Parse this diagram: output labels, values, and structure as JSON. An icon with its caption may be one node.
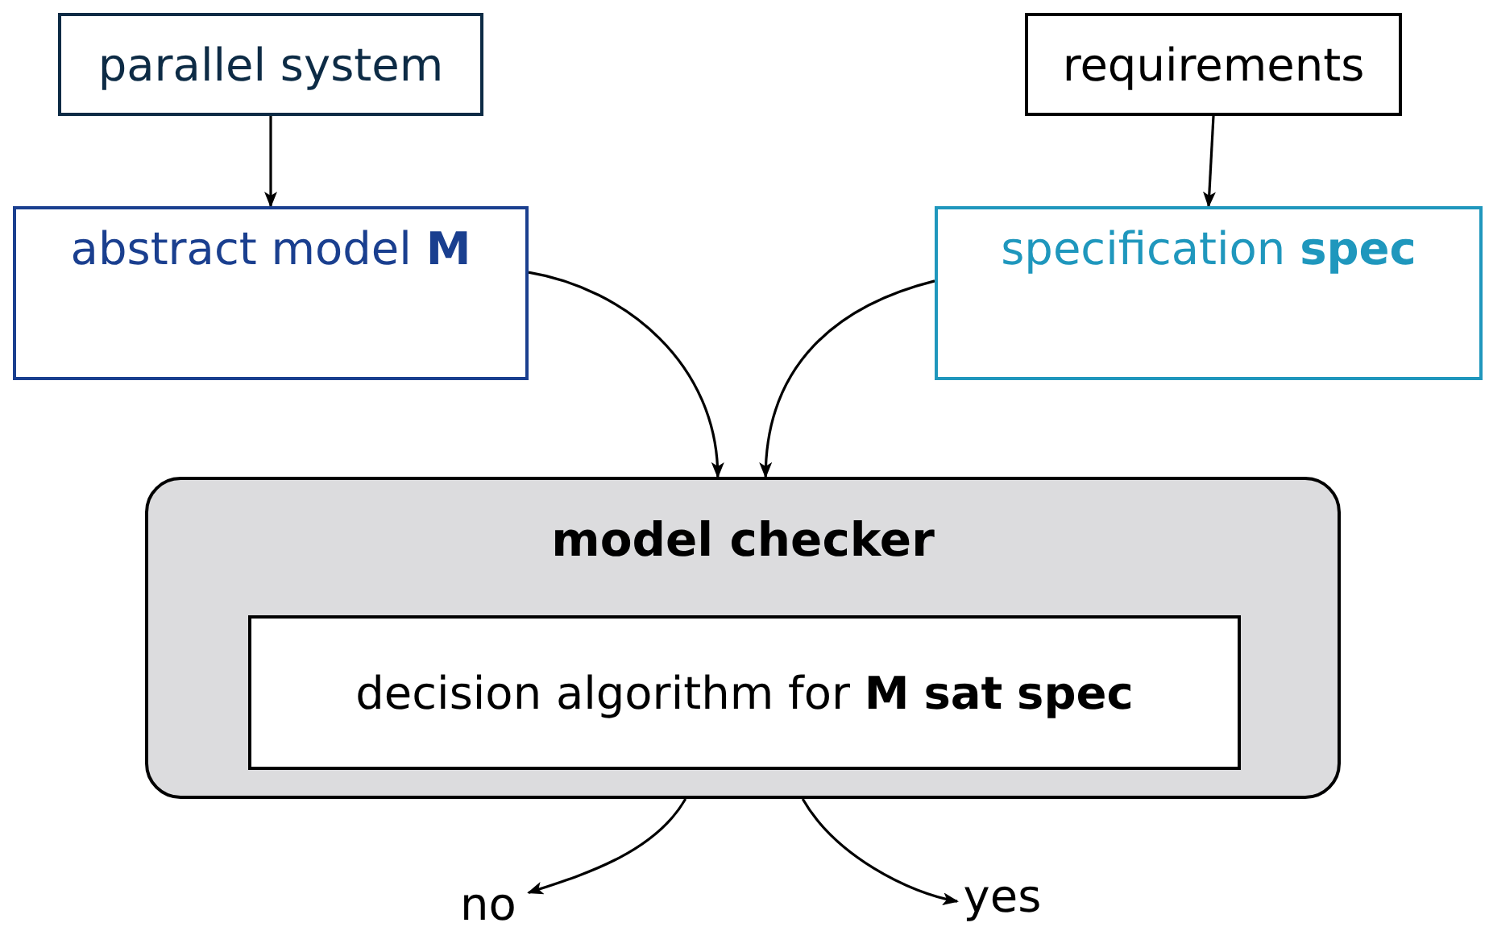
{
  "diagram": {
    "nodes": [
      {
        "text": [
          "parallel system"
        ]
      },
      {
        "text": [
          "requirements"
        ]
      },
      {
        "text": [
          "abstract model **M**"
        ]
      },
      {
        "text": [
          "specification **spec**"
        ]
      },
      {
        "text": [
          "model checker"
        ]
      },
      {
        "text": [
          "decision algorithm for **M** **sat** **spec**"
        ],
        "in": 4
      },
      {
        "text": [
          "no"
        ]
      },
      {
        "text": [
          "yes"
        ]
      }
    ],
    "edges": [
      {
        "from": 0,
        "to": 2,
        "arrow": "to"
      },
      {
        "from": 1,
        "to": 3,
        "arrow": "to"
      },
      {
        "from": 2,
        "to": 4,
        "arrow": "to"
      },
      {
        "from": 3,
        "to": 4,
        "arrow": "to"
      },
      {
        "from": 4,
        "to": 6,
        "arrow": "to"
      },
      {
        "from": 4,
        "to": 7,
        "arrow": "to"
      }
    ]
  }
}
